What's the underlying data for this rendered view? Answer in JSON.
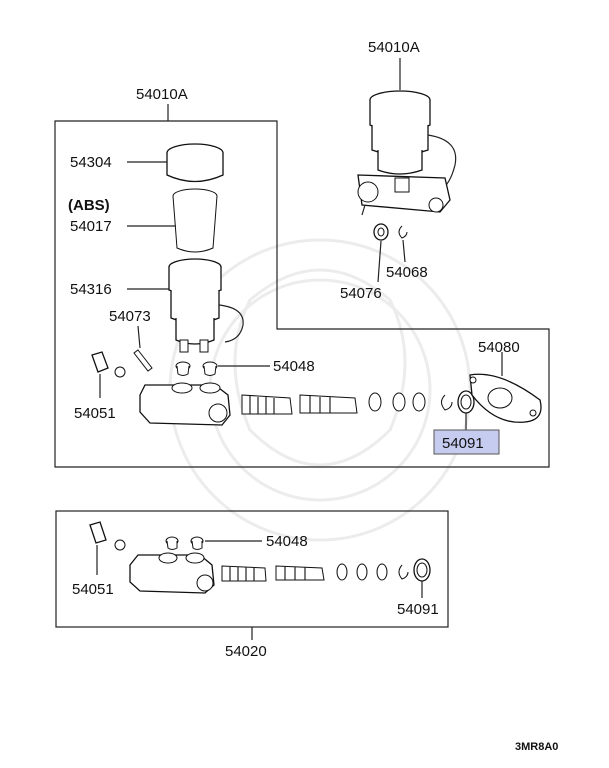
{
  "highlight_color": "#c6cbf0",
  "labels": {
    "main_assembly_top": "54010A",
    "reservoir_assembly": "54010A",
    "cap": "54304",
    "abs_note": "(ABS)",
    "strainer": "54017",
    "reservoir": "54316",
    "pin": "54073",
    "grommet_top": "54048",
    "bleeder_top": "54051",
    "gasket": "54080",
    "seal_top_highlighted": "54091",
    "clip": "54068",
    "nut": "54076",
    "grommet_bottom": "54048",
    "bleeder_bottom": "54051",
    "seal_bottom": "54091",
    "bottom_assembly": "54020"
  },
  "footer_code": "3MR8A0"
}
